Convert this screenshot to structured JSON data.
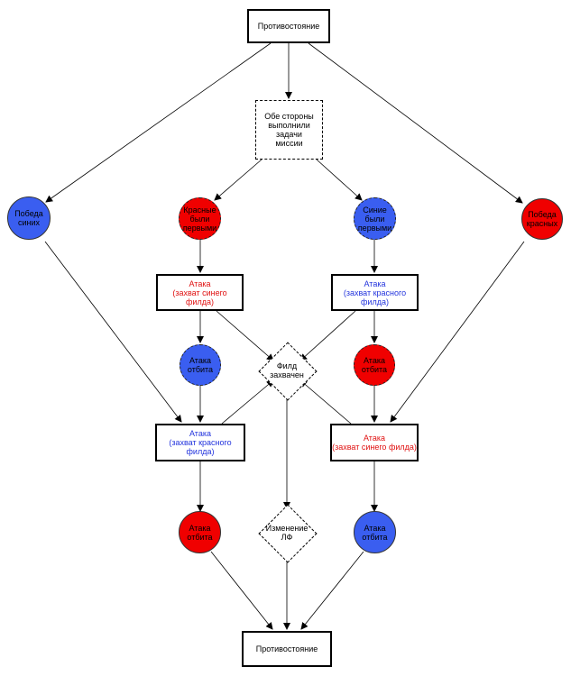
{
  "top": {
    "label": "Противостояние"
  },
  "bottom": {
    "label": "Противостояние"
  },
  "mission": {
    "lines": [
      "Обе стороны",
      "выполнили задачи",
      "миссии"
    ]
  },
  "blue_win": {
    "lines": [
      "Победа",
      "синих"
    ]
  },
  "red_win": {
    "lines": [
      "Победа",
      "красных"
    ]
  },
  "red_first": {
    "lines": [
      "Красные",
      "были",
      "первыми"
    ]
  },
  "blue_first": {
    "lines": [
      "Синие",
      "были",
      "первыми"
    ]
  },
  "attack_left_top": {
    "title": "Атака",
    "subtitle": "(захват синего филда)"
  },
  "attack_right_top": {
    "title": "Атака",
    "subtitle": "(захват красного филда)"
  },
  "attack_left_bottom": {
    "title": "Атака",
    "subtitle": "(захват красного филда)"
  },
  "attack_right_bottom": {
    "title": "Атака",
    "subtitle": "(захват синего филда)"
  },
  "repelled_blue_mid": {
    "lines": [
      "Атака",
      "отбита"
    ]
  },
  "repelled_red_mid": {
    "lines": [
      "Атака",
      "отбита"
    ]
  },
  "repelled_red_bottom": {
    "lines": [
      "Атака",
      "отбита"
    ]
  },
  "repelled_blue_bottom": {
    "lines": [
      "Атака",
      "отбита"
    ]
  },
  "field_captured": {
    "lines": [
      "Филд",
      "захвачен"
    ]
  },
  "change_lf": {
    "lines": [
      "Изменение",
      "ЛФ"
    ]
  },
  "colors": {
    "red": "#f00000",
    "blue": "#3a5ef0",
    "red_text": "#e01010",
    "blue_text": "#2233dd"
  }
}
